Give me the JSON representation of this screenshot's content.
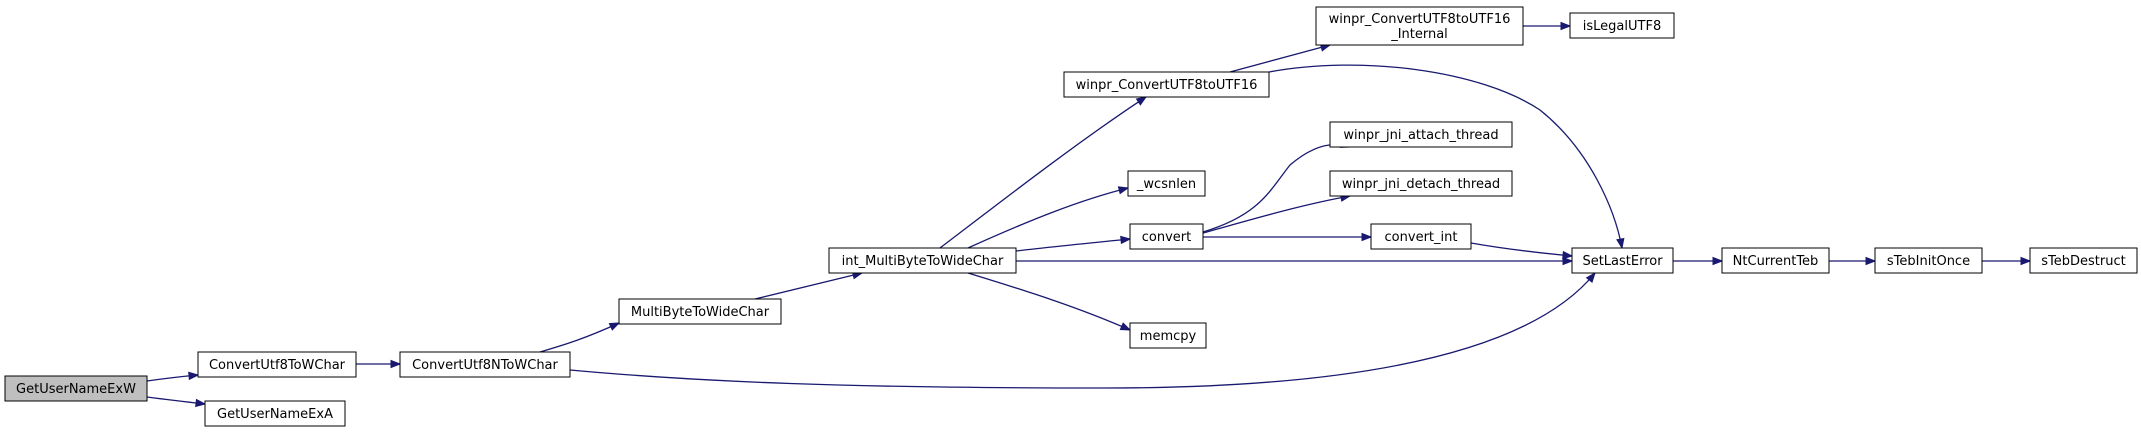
{
  "graph": {
    "edge_color": "#191970",
    "root_fill": "#bfbfbf",
    "nodes": [
      {
        "id": "GetUserNameExW",
        "label": [
          "GetUserNameExW"
        ],
        "root": true
      },
      {
        "id": "ConvertUtf8ToWChar",
        "label": [
          "ConvertUtf8ToWChar"
        ]
      },
      {
        "id": "GetUserNameExA",
        "label": [
          "GetUserNameExA"
        ]
      },
      {
        "id": "ConvertUtf8NToWChar",
        "label": [
          "ConvertUtf8NToWChar"
        ]
      },
      {
        "id": "MultiByteToWideChar",
        "label": [
          "MultiByteToWideChar"
        ]
      },
      {
        "id": "int_MultiByteToWideChar",
        "label": [
          "int_MultiByteToWideChar"
        ]
      },
      {
        "id": "winpr_ConvertUTF8toUTF16",
        "label": [
          "winpr_ConvertUTF8toUTF16"
        ]
      },
      {
        "id": "winpr_ConvertUTF8toUTF16_Internal",
        "label": [
          "winpr_ConvertUTF8toUTF16",
          "_Internal"
        ]
      },
      {
        "id": "isLegalUTF8",
        "label": [
          "isLegalUTF8"
        ]
      },
      {
        "id": "_wcsnlen",
        "label": [
          "_wcsnlen"
        ]
      },
      {
        "id": "convert",
        "label": [
          "convert"
        ]
      },
      {
        "id": "memcpy",
        "label": [
          "memcpy"
        ]
      },
      {
        "id": "winpr_jni_attach_thread",
        "label": [
          "winpr_jni_attach_thread"
        ]
      },
      {
        "id": "winpr_jni_detach_thread",
        "label": [
          "winpr_jni_detach_thread"
        ]
      },
      {
        "id": "convert_int",
        "label": [
          "convert_int"
        ]
      },
      {
        "id": "SetLastError",
        "label": [
          "SetLastError"
        ]
      },
      {
        "id": "NtCurrentTeb",
        "label": [
          "NtCurrentTeb"
        ]
      },
      {
        "id": "sTebInitOnce",
        "label": [
          "sTebInitOnce"
        ]
      },
      {
        "id": "sTebDestruct",
        "label": [
          "sTebDestruct"
        ]
      }
    ],
    "edges": [
      {
        "from": "GetUserNameExW",
        "to": "ConvertUtf8ToWChar"
      },
      {
        "from": "GetUserNameExW",
        "to": "GetUserNameExA"
      },
      {
        "from": "ConvertUtf8ToWChar",
        "to": "ConvertUtf8NToWChar"
      },
      {
        "from": "ConvertUtf8NToWChar",
        "to": "MultiByteToWideChar"
      },
      {
        "from": "ConvertUtf8NToWChar",
        "to": "SetLastError"
      },
      {
        "from": "MultiByteToWideChar",
        "to": "int_MultiByteToWideChar"
      },
      {
        "from": "int_MultiByteToWideChar",
        "to": "winpr_ConvertUTF8toUTF16"
      },
      {
        "from": "int_MultiByteToWideChar",
        "to": "_wcsnlen"
      },
      {
        "from": "int_MultiByteToWideChar",
        "to": "convert"
      },
      {
        "from": "int_MultiByteToWideChar",
        "to": "SetLastError"
      },
      {
        "from": "int_MultiByteToWideChar",
        "to": "memcpy"
      },
      {
        "from": "winpr_ConvertUTF8toUTF16",
        "to": "winpr_ConvertUTF8toUTF16_Internal"
      },
      {
        "from": "winpr_ConvertUTF8toUTF16",
        "to": "SetLastError"
      },
      {
        "from": "winpr_ConvertUTF8toUTF16_Internal",
        "to": "isLegalUTF8"
      },
      {
        "from": "convert",
        "to": "winpr_jni_attach_thread"
      },
      {
        "from": "convert",
        "to": "winpr_jni_detach_thread"
      },
      {
        "from": "convert",
        "to": "convert_int"
      },
      {
        "from": "convert_int",
        "to": "SetLastError"
      },
      {
        "from": "SetLastError",
        "to": "NtCurrentTeb"
      },
      {
        "from": "NtCurrentTeb",
        "to": "sTebInitOnce"
      },
      {
        "from": "sTebInitOnce",
        "to": "sTebDestruct"
      }
    ]
  }
}
